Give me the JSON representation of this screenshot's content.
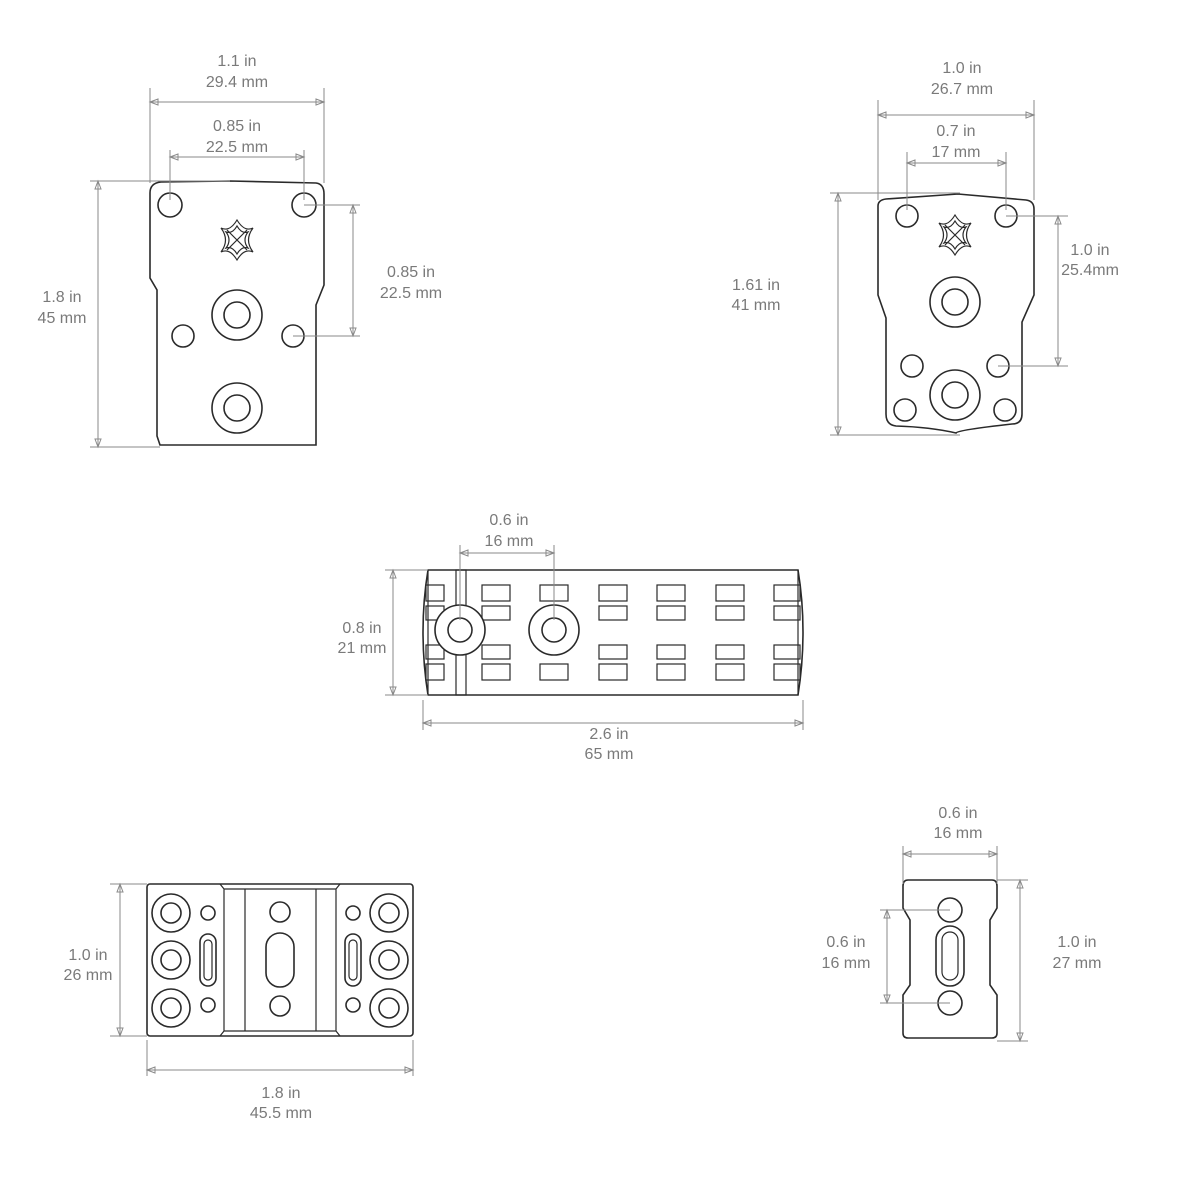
{
  "plate_a": {
    "width": {
      "in": "1.1 in",
      "mm": "29.4 mm"
    },
    "hole_spacing": {
      "in": "0.85 in",
      "mm": "22.5 mm"
    },
    "vertical_spacing": {
      "in": "0.85 in",
      "mm": "22.5 mm"
    },
    "height": {
      "in": "1.8 in",
      "mm": "45 mm"
    }
  },
  "plate_b": {
    "width": {
      "in": "1.0 in",
      "mm": "26.7 mm"
    },
    "hole_spacing": {
      "in": "0.7 in",
      "mm": "17 mm"
    },
    "vertical_spacing": {
      "in": "1.0 in",
      "mm": "25.4mm"
    },
    "height": {
      "in": "1.61 in",
      "mm": "41 mm"
    }
  },
  "rail": {
    "screw_spacing": {
      "in": "0.6 in",
      "mm": "16 mm"
    },
    "height": {
      "in": "0.8 in",
      "mm": "21 mm"
    },
    "length": {
      "in": "2.6 in",
      "mm": "65 mm"
    }
  },
  "plate_c": {
    "height": {
      "in": "1.0 in",
      "mm": "26 mm"
    },
    "width": {
      "in": "1.8 in",
      "mm": "45.5 mm"
    }
  },
  "plate_d": {
    "width": {
      "in": "0.6 in",
      "mm": "16 mm"
    },
    "hole_spacing": {
      "in": "0.6 in",
      "mm": "16 mm"
    },
    "height": {
      "in": "1.0 in",
      "mm": "27 mm"
    }
  }
}
